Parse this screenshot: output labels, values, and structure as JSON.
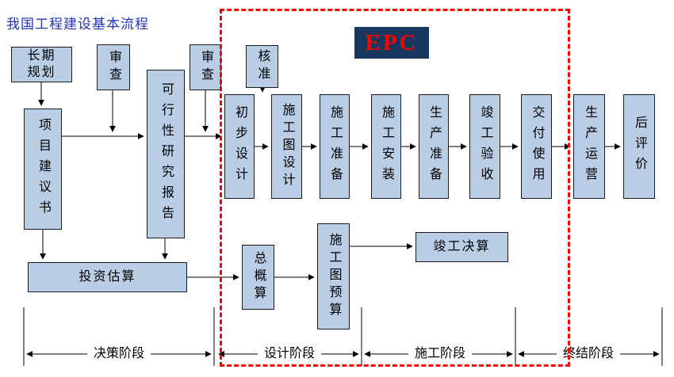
{
  "title": "我国工程建设基本流程",
  "epc_label": "EPC",
  "colors": {
    "box_fill": "#B9CDE5",
    "box_border": "#1a1a1a",
    "title_color": "#2434B5",
    "epc_bg": "#17375E",
    "epc_text": "#FF0000",
    "dashed": "#FF0000",
    "line": "#000000"
  },
  "boxes": {
    "long_term_plan": "长期\n规划",
    "review1": "审查",
    "review2": "审查",
    "project_proposal": "项目建议书",
    "feasibility_report": "可行性研究报告",
    "approval": "核准",
    "preliminary_design": "初步设计",
    "construction_drawing_design": "施工图设计",
    "construction_prep": "施工准备",
    "construction_install": "施工安装",
    "production_prep": "生产准备",
    "completion_acceptance": "竣工验收",
    "delivery_use": "交付使用",
    "production_operation": "生产运营",
    "post_evaluation": "后评价",
    "investment_estimate": "投资估算",
    "general_budget": "总概算",
    "drawing_budget": "施工图预算",
    "completion_settlement": "竣工决算"
  },
  "stages": {
    "decision": "决策阶段",
    "design": "设计阶段",
    "construction": "施工阶段",
    "final": "终结阶段"
  }
}
